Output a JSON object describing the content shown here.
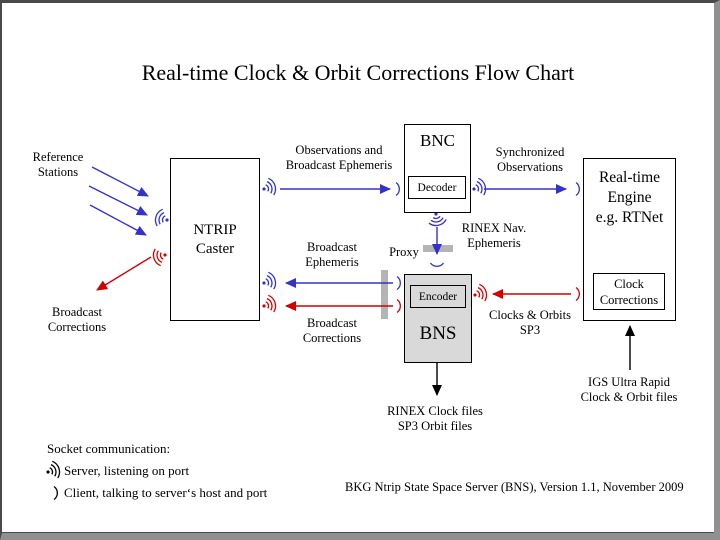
{
  "title": "Real-time Clock & Orbit Corrections Flow Chart",
  "boxes": {
    "caster": {
      "lines": [
        "NTRIP",
        "Caster"
      ]
    },
    "bnc": {
      "title": "BNC",
      "sub": "Decoder"
    },
    "bns": {
      "title": "BNS",
      "sub": "Encoder"
    },
    "engine": {
      "lines": [
        "Real-time",
        "Engine",
        "e.g. RTNet"
      ],
      "sub": [
        "Clock",
        "Corrections"
      ]
    }
  },
  "labels": {
    "reference_stations": [
      "Reference",
      "Stations"
    ],
    "observations": [
      "Observations and",
      "Broadcast Ephemeris"
    ],
    "synchronized": [
      "Synchronized",
      "Observations"
    ],
    "broadcast_ephemeris": [
      "Broadcast",
      "Ephemeris"
    ],
    "proxy": "Proxy",
    "rinex_nav": [
      "RINEX Nav.",
      "Ephemeris"
    ],
    "broadcast_corrections_mid": [
      "Broadcast",
      "Corrections"
    ],
    "broadcast_corrections_left": [
      "Broadcast",
      "Corrections"
    ],
    "clocks_orbits": [
      "Clocks & Orbits",
      "SP3"
    ],
    "rinex_clock": [
      "RINEX Clock files",
      "SP3 Orbit files"
    ],
    "igs": [
      "IGS Ultra Rapid",
      "Clock & Orbit files"
    ]
  },
  "legend": {
    "title": "Socket communication:",
    "server": "Server, listening on port",
    "client": "Client, talking to server‘s host and port"
  },
  "footer": "BKG Ntrip State Space Server (BNS), Version 1.1, November 2009",
  "colors": {
    "server_blue": "#3333cc",
    "correction_red": "#d40000",
    "proxy_gray": "#b4b4b4",
    "bns_fill": "#d9d9d9",
    "frame_dark": "#4a4a4a",
    "frame_gray": "#909090"
  },
  "icons": {
    "server": "radio-waves-icon (dot with three arcs)",
    "client": "single-arc-icon"
  }
}
